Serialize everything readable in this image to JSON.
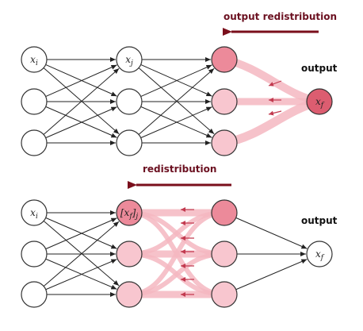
{
  "colors": {
    "title": "#6b1020",
    "arrow": "#7a0f1c",
    "edge": "#222222",
    "node_stroke": "#333333",
    "relevance_band": "#f4b7c1",
    "relevance_arrow": "#c23a4f",
    "node_white": "#ffffff",
    "node_light": "#f8c6cf",
    "node_mid": "#ec8a9a",
    "node_dark": "#dc5d70"
  },
  "top": {
    "heading": "output redistribution",
    "output_label": "output",
    "layer1": [
      {
        "main": "x",
        "sub": "i",
        "fill": "white"
      },
      {
        "main": "",
        "sub": "",
        "fill": "white"
      },
      {
        "main": "",
        "sub": "",
        "fill": "white"
      }
    ],
    "layer2": [
      {
        "main": "x",
        "sub": "j",
        "fill": "white"
      },
      {
        "main": "",
        "sub": "",
        "fill": "white"
      },
      {
        "main": "",
        "sub": "",
        "fill": "white"
      }
    ],
    "layer3": [
      {
        "main": "",
        "sub": "",
        "fill": "mid"
      },
      {
        "main": "",
        "sub": "",
        "fill": "light"
      },
      {
        "main": "",
        "sub": "",
        "fill": "light"
      }
    ],
    "output_node": {
      "main": "x",
      "sub": "f",
      "fill": "dark"
    }
  },
  "bottom": {
    "heading": "redistribution",
    "output_label": "output",
    "layer1": [
      {
        "main": "x",
        "sub": "i",
        "fill": "white"
      },
      {
        "main": "",
        "sub": "",
        "fill": "white"
      },
      {
        "main": "",
        "sub": "",
        "fill": "white"
      }
    ],
    "layer2": [
      {
        "main": "[x",
        "sub": "f",
        "after": "]",
        "sub2": "j",
        "fill": "mid"
      },
      {
        "main": "",
        "sub": "",
        "fill": "light"
      },
      {
        "main": "",
        "sub": "",
        "fill": "light"
      }
    ],
    "layer3": [
      {
        "main": "",
        "sub": "",
        "fill": "mid"
      },
      {
        "main": "",
        "sub": "",
        "fill": "light"
      },
      {
        "main": "",
        "sub": "",
        "fill": "light"
      }
    ],
    "output_node": {
      "main": "x",
      "sub": "f",
      "fill": "white"
    }
  }
}
